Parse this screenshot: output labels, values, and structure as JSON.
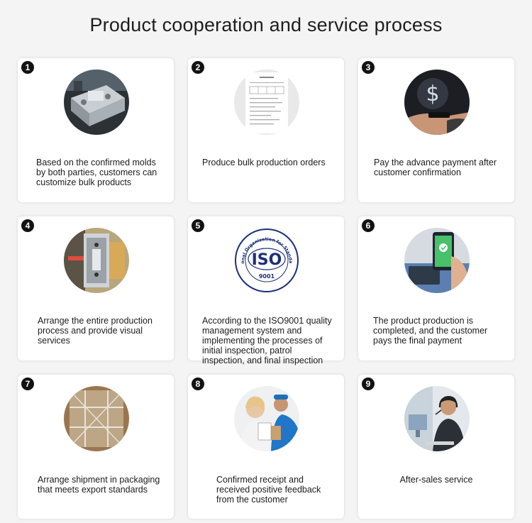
{
  "page": {
    "title": "Product cooperation and service process"
  },
  "steps": [
    {
      "number": "1",
      "text": "Based on the confirmed molds by both parties, customers can customize bulk products",
      "align": "left",
      "icon": "mold-machine-icon"
    },
    {
      "number": "2",
      "text": "Produce bulk production orders",
      "align": "left",
      "icon": "order-document-icon"
    },
    {
      "number": "3",
      "text": "Pay the advance payment after customer confirmation",
      "align": "left",
      "icon": "dollar-payment-icon"
    },
    {
      "number": "4",
      "text": "Arrange the entire production process and provide visual services",
      "align": "left",
      "icon": "production-machine-icon"
    },
    {
      "number": "5",
      "text": "According to the ISO9001 quality management system and implementing the processes of initial inspection, patrol inspection, and final inspection",
      "align": "left",
      "icon": "iso-certificate-icon",
      "iso_ring_text": "International Organization for Standardization",
      "iso_mark": "ISO",
      "iso_code": "9001"
    },
    {
      "number": "6",
      "text": "The product production is completed, and the customer pays the final payment",
      "align": "left",
      "icon": "phone-payment-icon"
    },
    {
      "number": "7",
      "text": "Arrange shipment in packaging that meets export standards",
      "align": "left",
      "icon": "shipment-crate-icon"
    },
    {
      "number": "8",
      "text": "Confirmed receipt and received positive feedback from the customer",
      "align": "left",
      "icon": "delivery-receipt-icon"
    },
    {
      "number": "9",
      "text": "After-sales service",
      "align": "center",
      "icon": "customer-service-icon"
    }
  ],
  "colors": {
    "badge": "#121212",
    "card": "#ffffff",
    "background": "#f4f4f4",
    "iso_blue": "#1d2f7a"
  }
}
